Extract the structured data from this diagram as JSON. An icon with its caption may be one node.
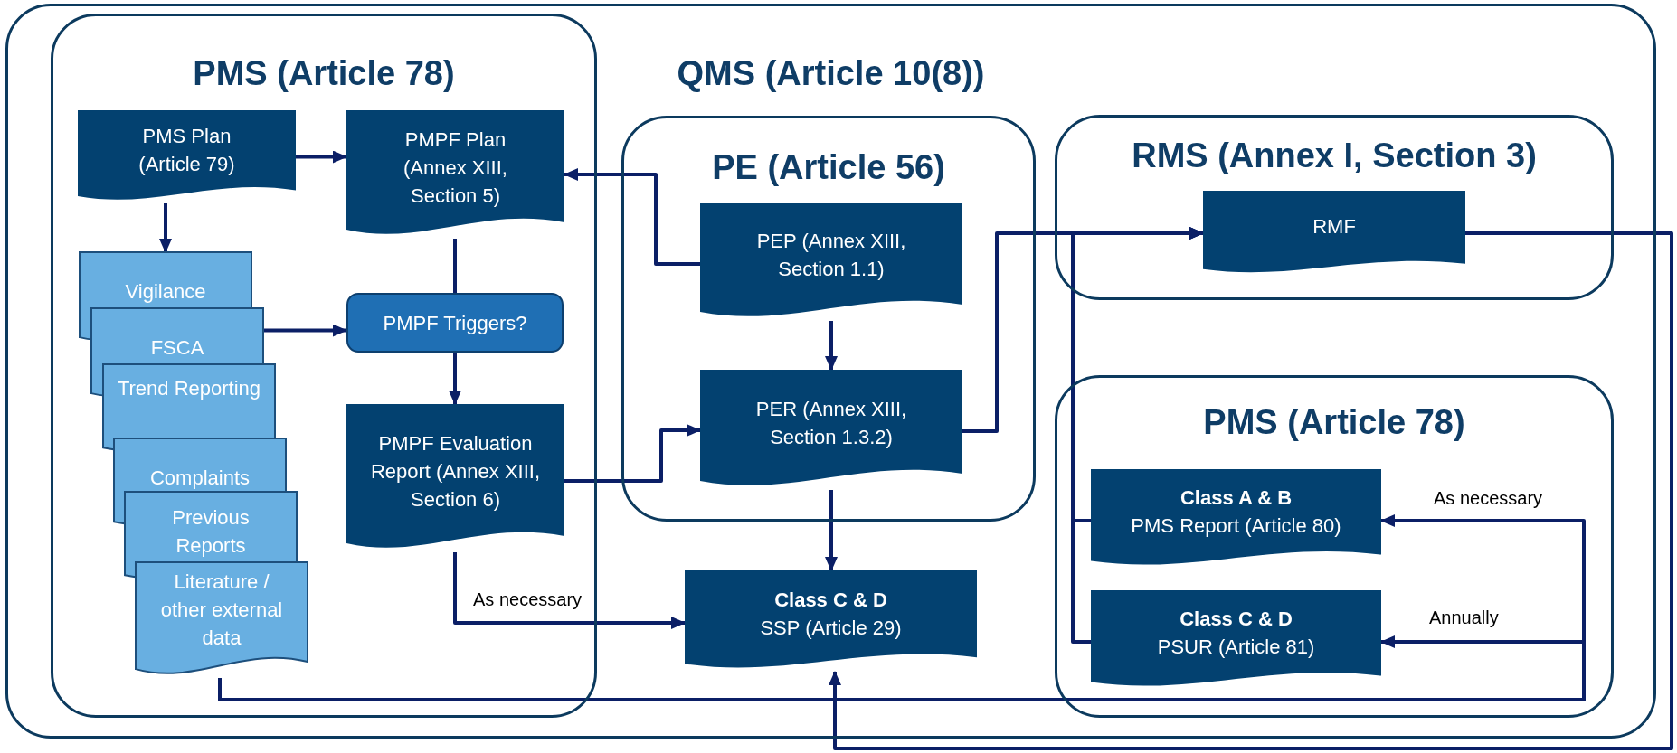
{
  "diagram": {
    "nodes": [
      {
        "text": [
          "QMS (Article 10(8))"
        ]
      },
      {
        "text": [
          "PMS (Article 78)"
        ],
        "in": 0
      },
      {
        "text": [
          "PMS Plan (Article 79)"
        ],
        "in": 1
      },
      {
        "text": [
          "PMPF Plan (Annex XIII, Section 5)"
        ],
        "in": 1
      },
      {
        "text": [
          "Vigilance"
        ],
        "in": 1
      },
      {
        "text": [
          "FSCA"
        ],
        "in": 1
      },
      {
        "text": [
          "Trend Reporting"
        ],
        "in": 1
      },
      {
        "text": [
          "Complaints"
        ],
        "in": 1
      },
      {
        "text": [
          "Previous Reports"
        ],
        "in": 1
      },
      {
        "text": [
          "Literature / other external data"
        ],
        "in": 1
      },
      {
        "text": [
          "PMPF Triggers?"
        ],
        "in": 1
      },
      {
        "text": [
          "PMPF Evaluation Report (Annex XIII, Section 6)"
        ],
        "in": 1
      },
      {
        "text": [
          "PE (Article 56)"
        ],
        "in": 0
      },
      {
        "text": [
          "PEP (Annex XIII, Section 1.1)"
        ],
        "in": 12
      },
      {
        "text": [
          "PER (Annex XIII, Section 1.3.2)"
        ],
        "in": 12
      },
      {
        "text": [
          "Class C & D",
          "SSP (Article 29)"
        ],
        "in": 0
      },
      {
        "text": [
          "RMS (Annex I, Section 3)"
        ],
        "in": 0
      },
      {
        "text": [
          "RMF"
        ],
        "in": 16
      },
      {
        "text": [
          "PMS (Article 78)"
        ],
        "in": 0
      },
      {
        "text": [
          "Class A & B",
          "PMS Report (Article 80)"
        ],
        "in": 18
      },
      {
        "text": [
          "Class C & D",
          "PSUR (Article 81)"
        ],
        "in": 18
      }
    ],
    "edges": [
      {
        "from": 2,
        "to": 3,
        "arrow": "to"
      },
      {
        "from": 2,
        "to": 4,
        "arrow": "to"
      },
      {
        "from": 5,
        "to": 10,
        "arrow": "to"
      },
      {
        "from": 3,
        "to": 10,
        "arrow": "none"
      },
      {
        "from": 10,
        "to": 11,
        "arrow": "to"
      },
      {
        "from": 13,
        "to": 3,
        "arrow": "to"
      },
      {
        "from": 13,
        "to": 14,
        "arrow": "to"
      },
      {
        "from": 11,
        "to": 14,
        "arrow": "to"
      },
      {
        "from": 11,
        "to": 15,
        "arrow": "to",
        "label": "As necessary"
      },
      {
        "from": 14,
        "to": 15,
        "arrow": "to"
      },
      {
        "from": 14,
        "to": 17,
        "arrow": "to"
      },
      {
        "from": 19,
        "to": 17,
        "arrow": "to"
      },
      {
        "from": 20,
        "to": 17,
        "arrow": "to"
      },
      {
        "from": 17,
        "to": 15,
        "arrow": "to"
      },
      {
        "from": 9,
        "to": 19,
        "arrow": "to",
        "label": "As necessary"
      },
      {
        "from": 9,
        "to": 20,
        "arrow": "to",
        "label": "Annually"
      }
    ]
  }
}
